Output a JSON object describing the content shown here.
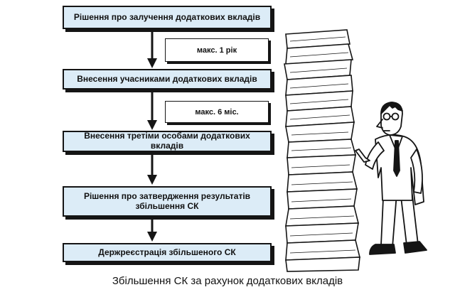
{
  "steps": [
    {
      "label": "Рішення про залучення додаткових вкладів"
    },
    {
      "label": "Внесення учасниками додаткових вкладів"
    },
    {
      "label": "Внесення третіми особами додаткових вкладів"
    },
    {
      "label_line1": "Рішення про затвердження результатів",
      "label_line2": "збільшення СК"
    },
    {
      "label": "Держреєстрація збільшеного СК"
    }
  ],
  "durations": [
    {
      "label": "макс. 1 рік"
    },
    {
      "label": "макс. 6 міс."
    }
  ],
  "caption": "Збільшення СК за рахунок додаткових вкладів",
  "colors": {
    "box_fill": "#dcecf7",
    "outline": "#151515",
    "paper": "#ffffff"
  },
  "illustration": {
    "icons": [
      "paper-stack-icon",
      "businessman-icon"
    ]
  }
}
